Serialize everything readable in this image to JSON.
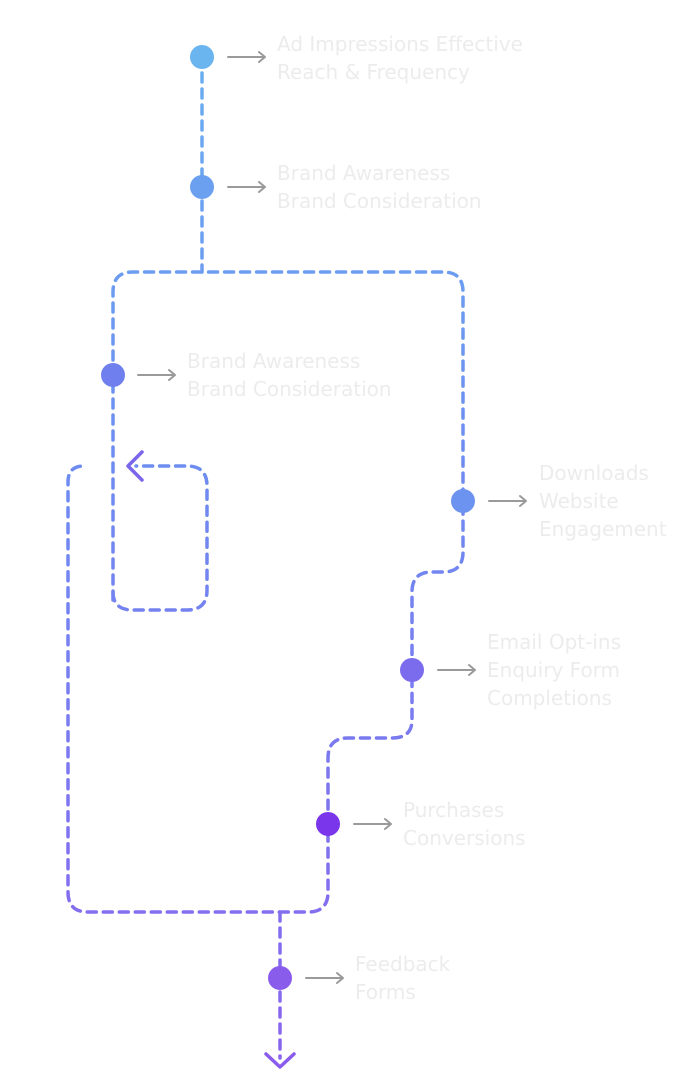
{
  "diagram": {
    "colors": {
      "label_text": "#ececec",
      "arrow": "#9a9a9a",
      "path_top": "#6ab4f0",
      "path_mid": "#6d8df0",
      "path_bottom": "#8b62ee",
      "node_1": "#6ab4f0",
      "node_2": "#6ba0f0",
      "node_3": "#6f7fed",
      "node_4": "#6d93f0",
      "node_5": "#7a6cec",
      "node_6": "#7a36ea",
      "node_7": "#8a5cec"
    },
    "nodes": [
      {
        "id": "ad-impressions",
        "lines": [
          "Ad Impressions Effective",
          "Reach & Frequency"
        ]
      },
      {
        "id": "brand-awareness-1",
        "lines": [
          "Brand Awareness",
          "Brand Consideration"
        ]
      },
      {
        "id": "brand-awareness-2",
        "lines": [
          "Brand Awareness",
          "Brand Consideration"
        ]
      },
      {
        "id": "downloads",
        "lines": [
          "Downloads",
          "Website",
          "Engagement"
        ]
      },
      {
        "id": "email-optins",
        "lines": [
          "Email Opt-ins",
          "Enquiry Form",
          "Completions"
        ]
      },
      {
        "id": "purchases",
        "lines": [
          "Purchases",
          "Conversions"
        ]
      },
      {
        "id": "feedback",
        "lines": [
          "Feedback",
          "Forms"
        ]
      }
    ]
  }
}
